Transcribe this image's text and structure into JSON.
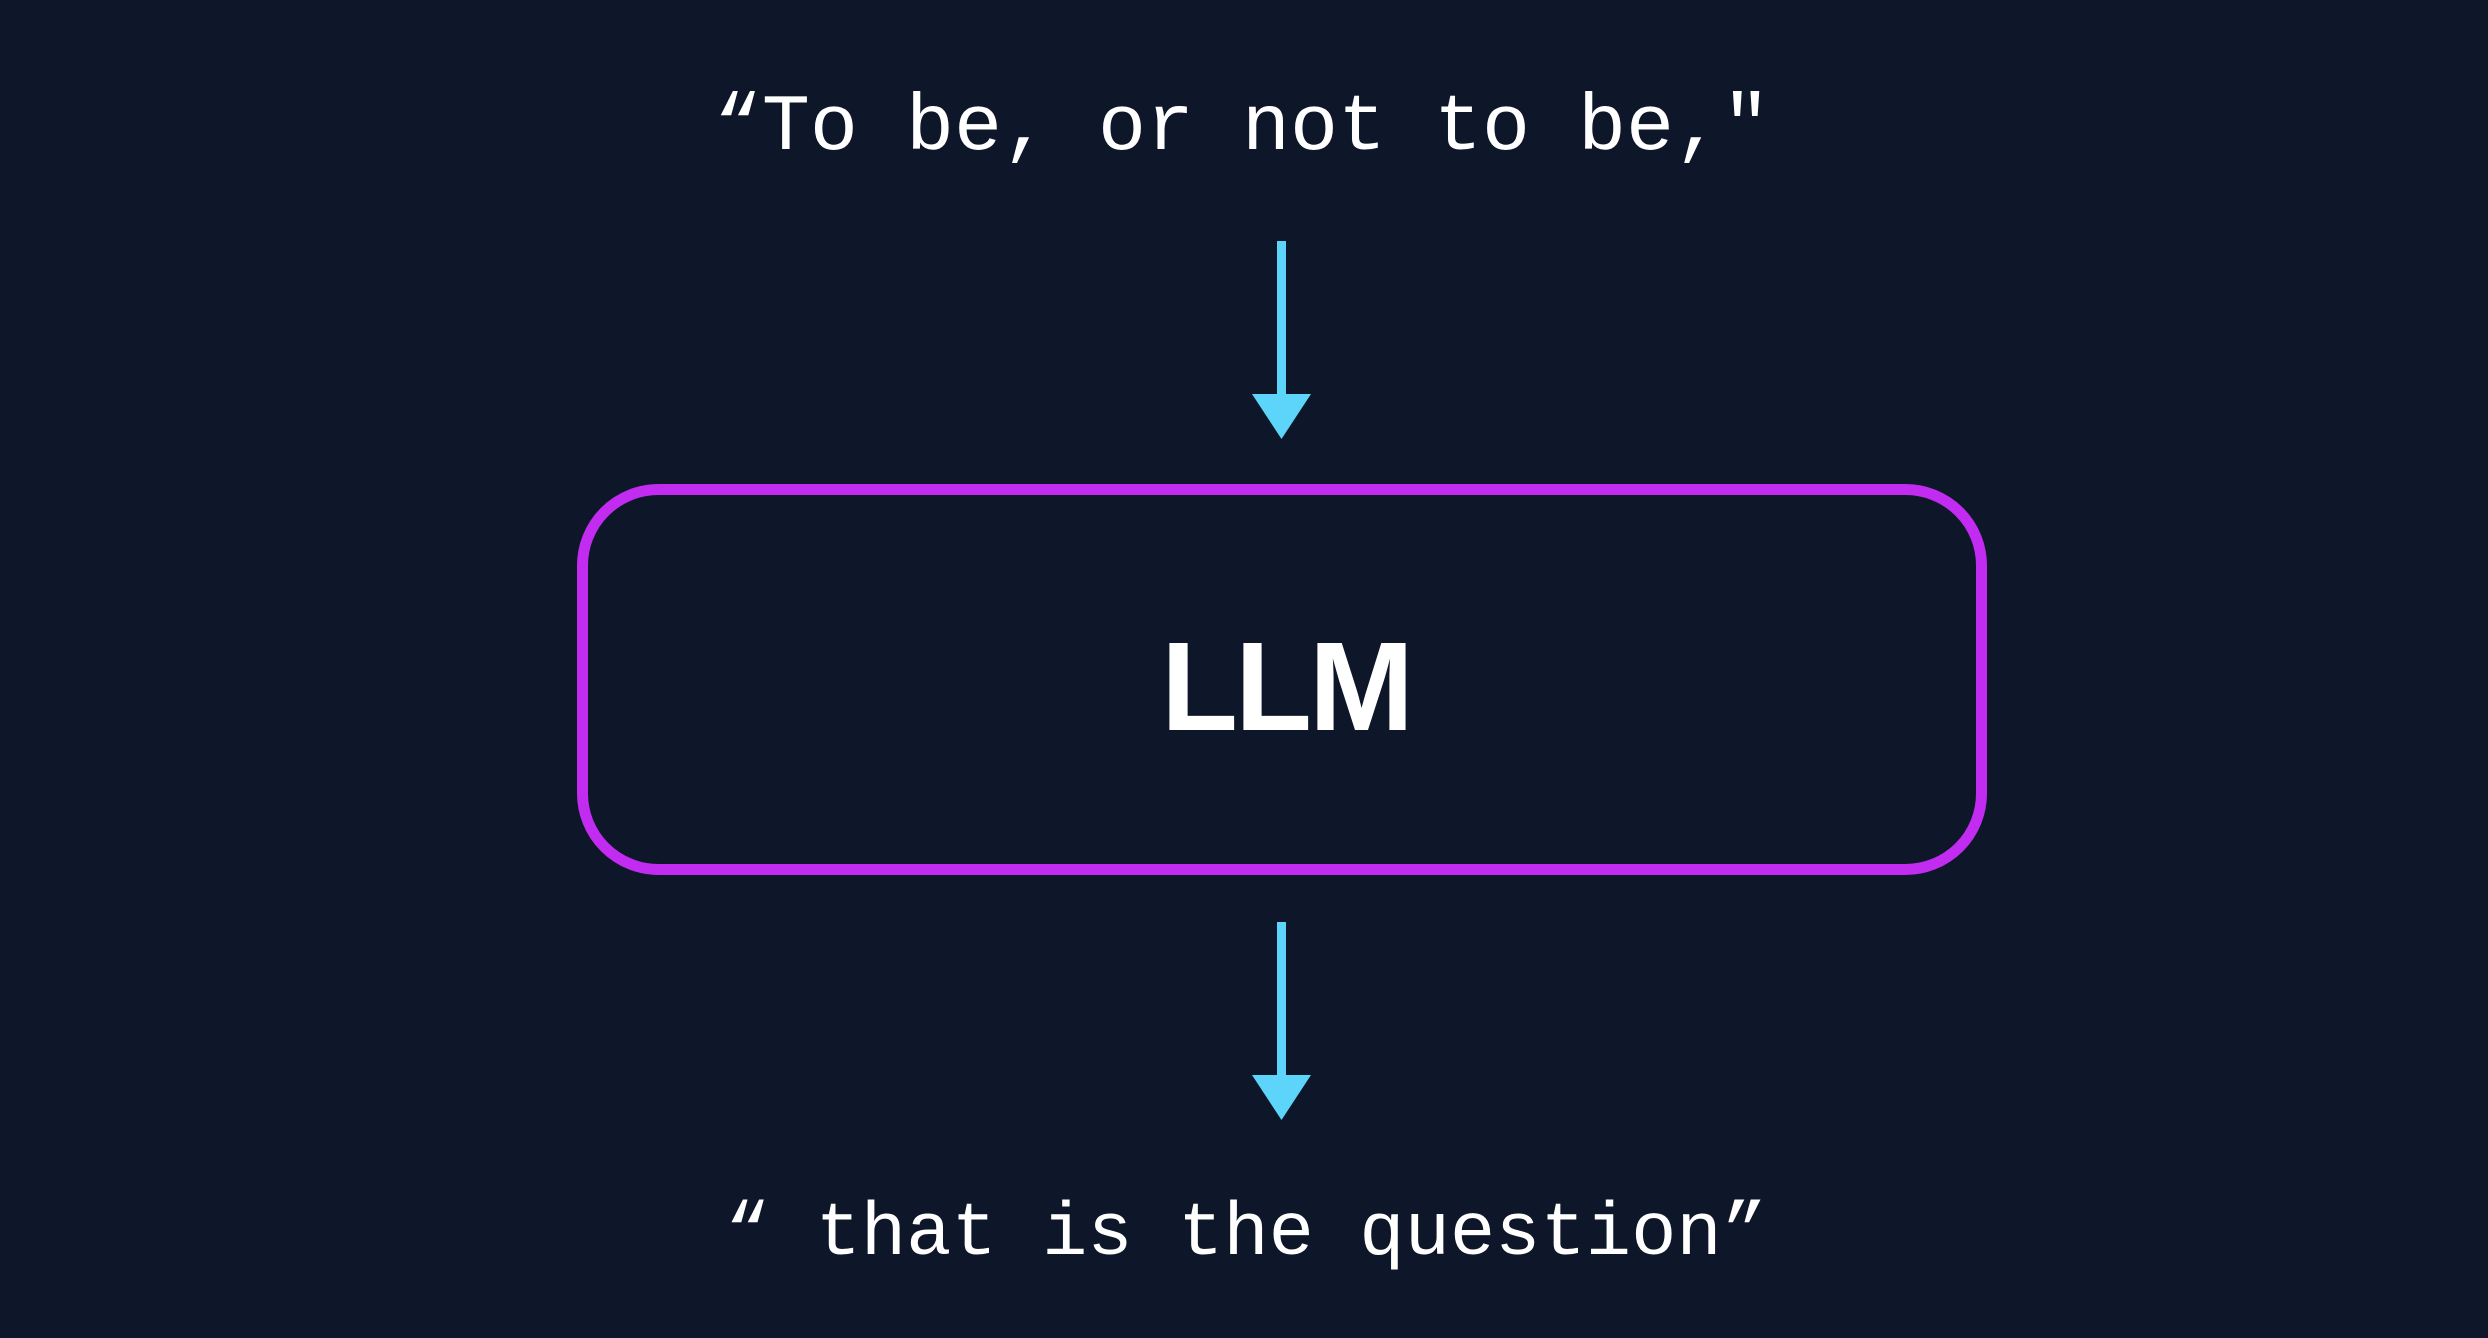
{
  "diagram": {
    "input_text": "“To be, or not to be,\"",
    "model_label": "LLM",
    "output_text": "“ that is the question”"
  },
  "colors": {
    "background": "#0e1729",
    "arrow": "#5dd5fa",
    "box_stroke": "#c12cf0",
    "text": "#ffffff"
  },
  "arrows": [
    {
      "name": "input-to-model",
      "direction": "down"
    },
    {
      "name": "model-to-output",
      "direction": "down"
    }
  ]
}
